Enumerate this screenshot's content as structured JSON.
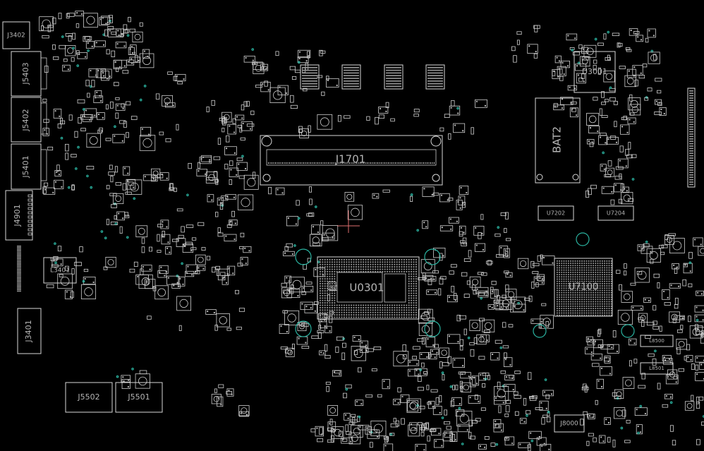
{
  "board": {
    "background": "#000000",
    "outline_color": "#d8d8d8",
    "label_color": "#b5b5b5",
    "via_color": "#2ab3a0",
    "designators": {
      "j3402": "J3402",
      "j5403": "J5403",
      "j5402": "J5402",
      "j5401": "J5401",
      "j4901": "J4901",
      "l3401": "L3401",
      "j3401": "J3401",
      "j5502": "J5502",
      "j5501": "J5501",
      "j1701": "J1701",
      "u0301": "U0301",
      "u3001": "U3001",
      "bat2": "BAT2",
      "u7202": "U7202",
      "u7204": "U7204",
      "u7100": "U7100",
      "l8500": "L8500",
      "l8501": "L8501",
      "j8000": "J8000"
    }
  }
}
